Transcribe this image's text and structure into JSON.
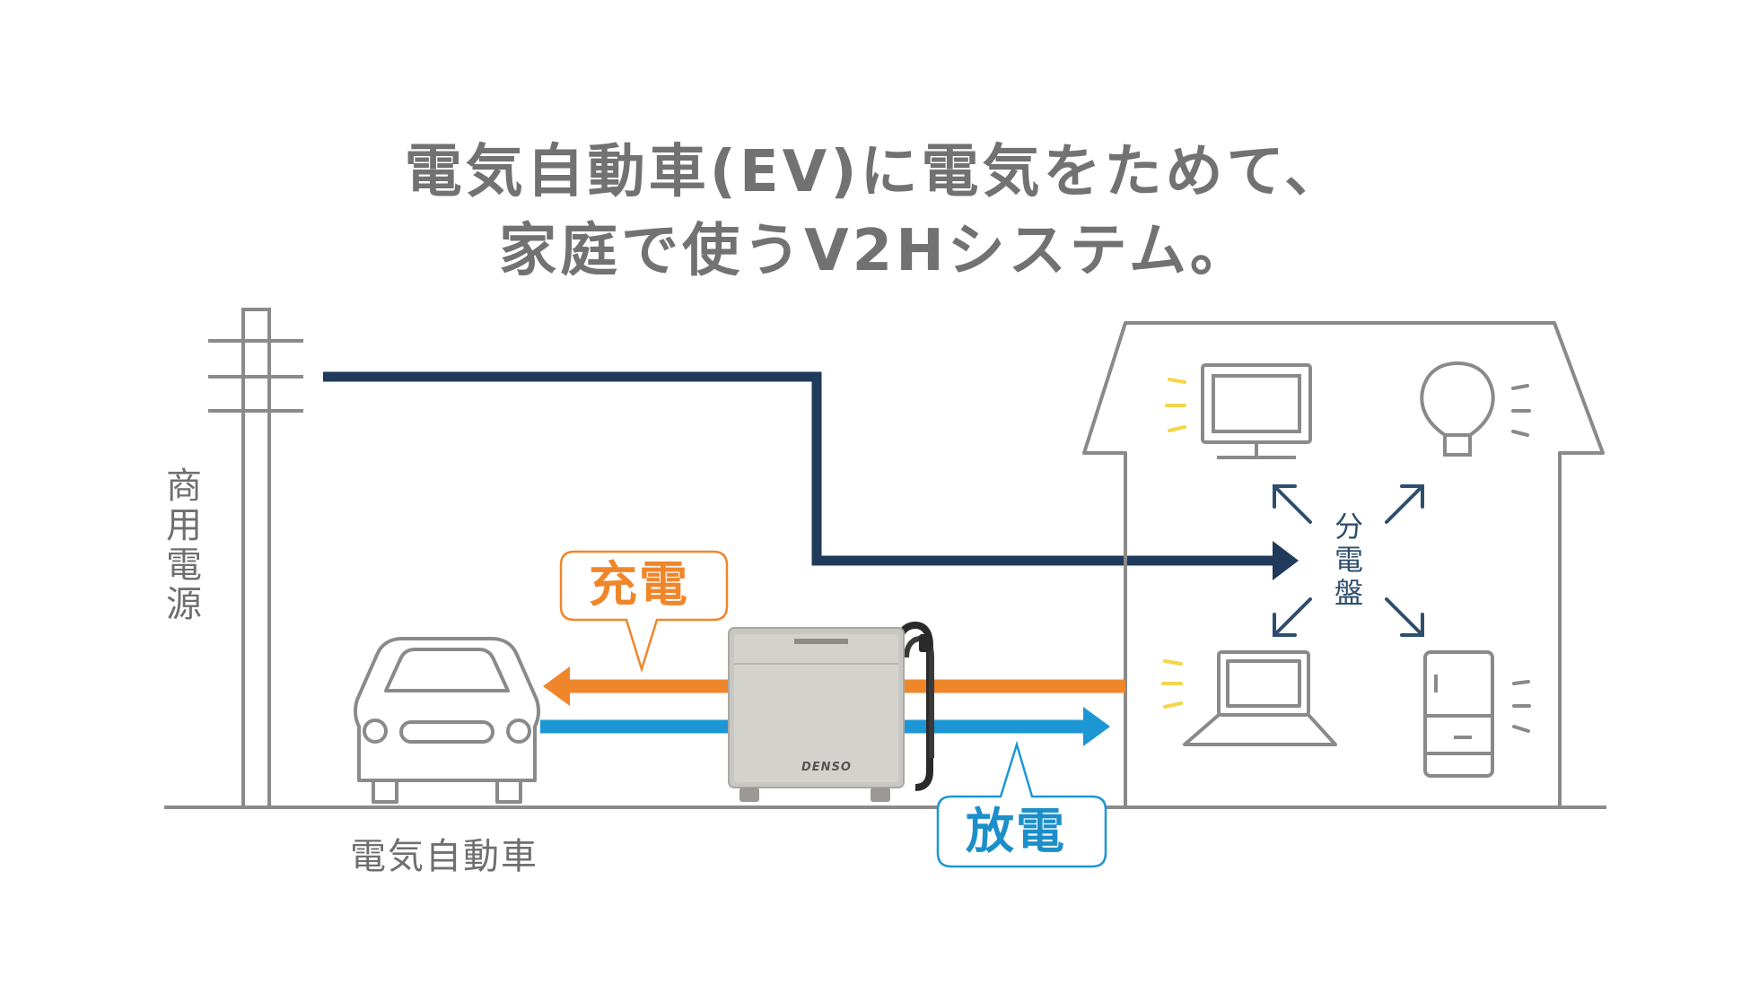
{
  "title": {
    "line1": "電気自動車(EV)に電気をためて、",
    "line2": "家庭で使うV2Hシステム。"
  },
  "labels": {
    "grid_power": [
      "商",
      "用",
      "電",
      "源"
    ],
    "distribution_board": [
      "分",
      "電",
      "盤"
    ],
    "ev": "電気自動車",
    "charge": "充電",
    "discharge": "放電",
    "device_brand": "DENSO"
  },
  "colors": {
    "title_text": "#727272",
    "line_gray": "#8a8a8a",
    "grid_line_navy": "#1f3a5a",
    "charge_orange": "#f0862a",
    "discharge_blue": "#1c97d4",
    "glow_yellow": "#f5d54a"
  }
}
